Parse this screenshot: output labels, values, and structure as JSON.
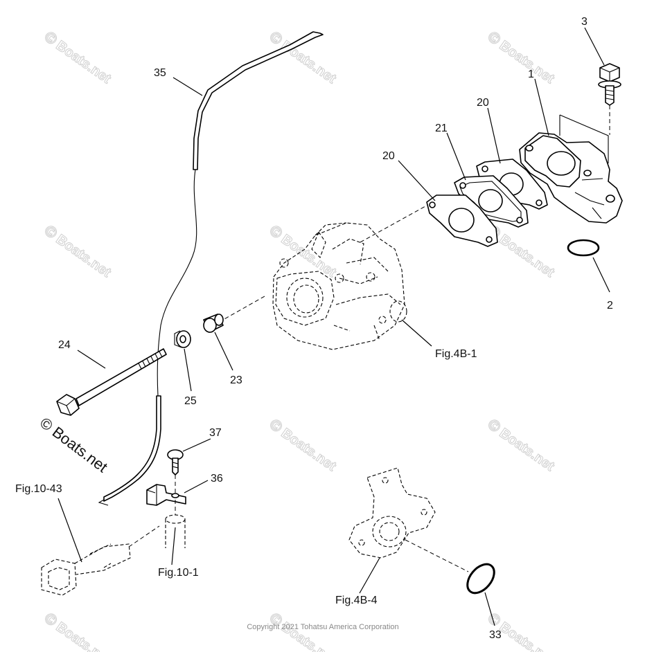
{
  "watermark": {
    "text": "Boats.net",
    "logo_glyph": "©"
  },
  "big_watermark": "© Boats.net",
  "copyright": "Copyright 2021 Tohatsu America Corporation",
  "callouts": {
    "p1": "1",
    "p2": "2",
    "p3": "3",
    "p20a": "20",
    "p20b": "20",
    "p21": "21",
    "p23": "23",
    "p24": "24",
    "p25": "25",
    "p33": "33",
    "p35": "35",
    "p36": "36",
    "p37": "37"
  },
  "figure_refs": {
    "fig4b1": "Fig.4B-1",
    "fig4b4": "Fig.4B-4",
    "fig1043": "Fig.10-43",
    "fig101": "Fig.10-1"
  }
}
